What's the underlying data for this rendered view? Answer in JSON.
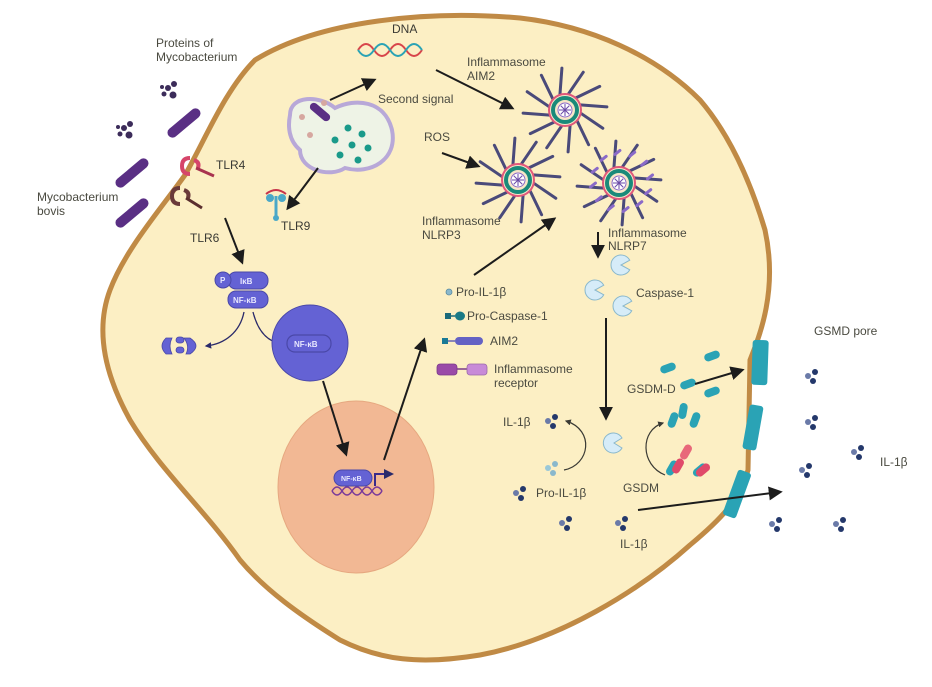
{
  "title": "Mycobacterium bovis-induced inflammasome activation and pyroptosis",
  "colors": {
    "cytoplasm": "#fcefc4",
    "membrane": "#c08a45",
    "nucleus": "#f2b894",
    "nfkb": "#6462d4",
    "bacterium": "#5a2f84",
    "caspase": "#d6ecf8",
    "gsdm": "#2aa3b5",
    "il1b": "#24386b",
    "arrow": "#1c1c1c"
  },
  "labels": {
    "proteins_of_mycobacterium": [
      "Proteins of",
      "Mycobacterium"
    ],
    "mycobacterium_bovis": [
      "Mycobacterium",
      "bovis"
    ],
    "tlr4": "TLR4",
    "tlr6": "TLR6",
    "tlr9": "TLR9",
    "dna": "DNA",
    "second_signal": "Second signal",
    "ros": "ROS",
    "inflammasome_aim2": [
      "Inflammasome",
      "AIM2"
    ],
    "inflammasome_nlrp3": [
      "Inflammasome",
      "NLRP3"
    ],
    "inflammasome_nlrp7": [
      "Inflammasome",
      "NLRP7"
    ],
    "caspase1": "Caspase-1",
    "gsmd_pore": "GSMD pore",
    "gsdm_d": "GSDM-D",
    "gsdm": "GSDM",
    "il1b_top": "IL-1β",
    "pro_il1b_lower": "Pro-IL-1β",
    "il1b_bottom": "IL-1β",
    "il1b_outside": "IL-1β",
    "p": "P",
    "ikb": "IκB",
    "nfkb": "NF-κB",
    "nfkb_nucleus_complex": "NF-κB",
    "nfkb_dna": "NF-κB"
  },
  "legend": {
    "items": [
      {
        "label": "Pro-IL-1β"
      },
      {
        "label": "Pro-Caspase-1"
      },
      {
        "label": "AIM2"
      },
      {
        "label": [
          "Inflammasome",
          "receptor"
        ]
      }
    ]
  }
}
